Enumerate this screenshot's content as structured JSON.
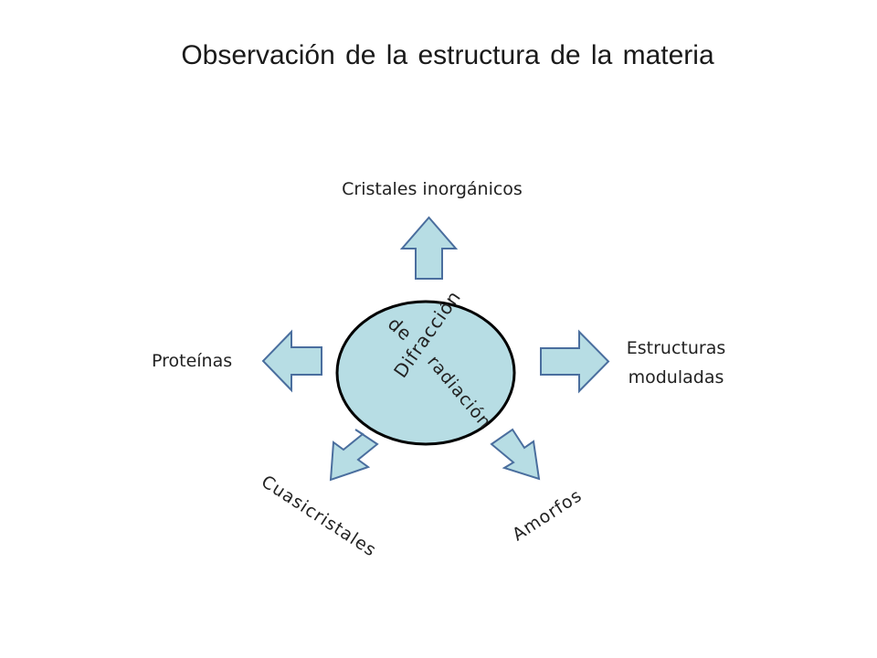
{
  "title": "Observación de la estructura de la materia",
  "center": {
    "line1": "Difracción",
    "line2": "de",
    "line3": "radiación"
  },
  "outputs": {
    "top": "Cristales inorgánicos",
    "left": "Proteínas",
    "right_line1": "Estructuras",
    "right_line2": "moduladas",
    "bottom_left": "Cuasicristales",
    "bottom_right": "Amorfos"
  },
  "colors": {
    "shape_fill": "#b7dde4",
    "shape_stroke": "#4a6e9e",
    "ellipse_stroke": "#000000"
  }
}
